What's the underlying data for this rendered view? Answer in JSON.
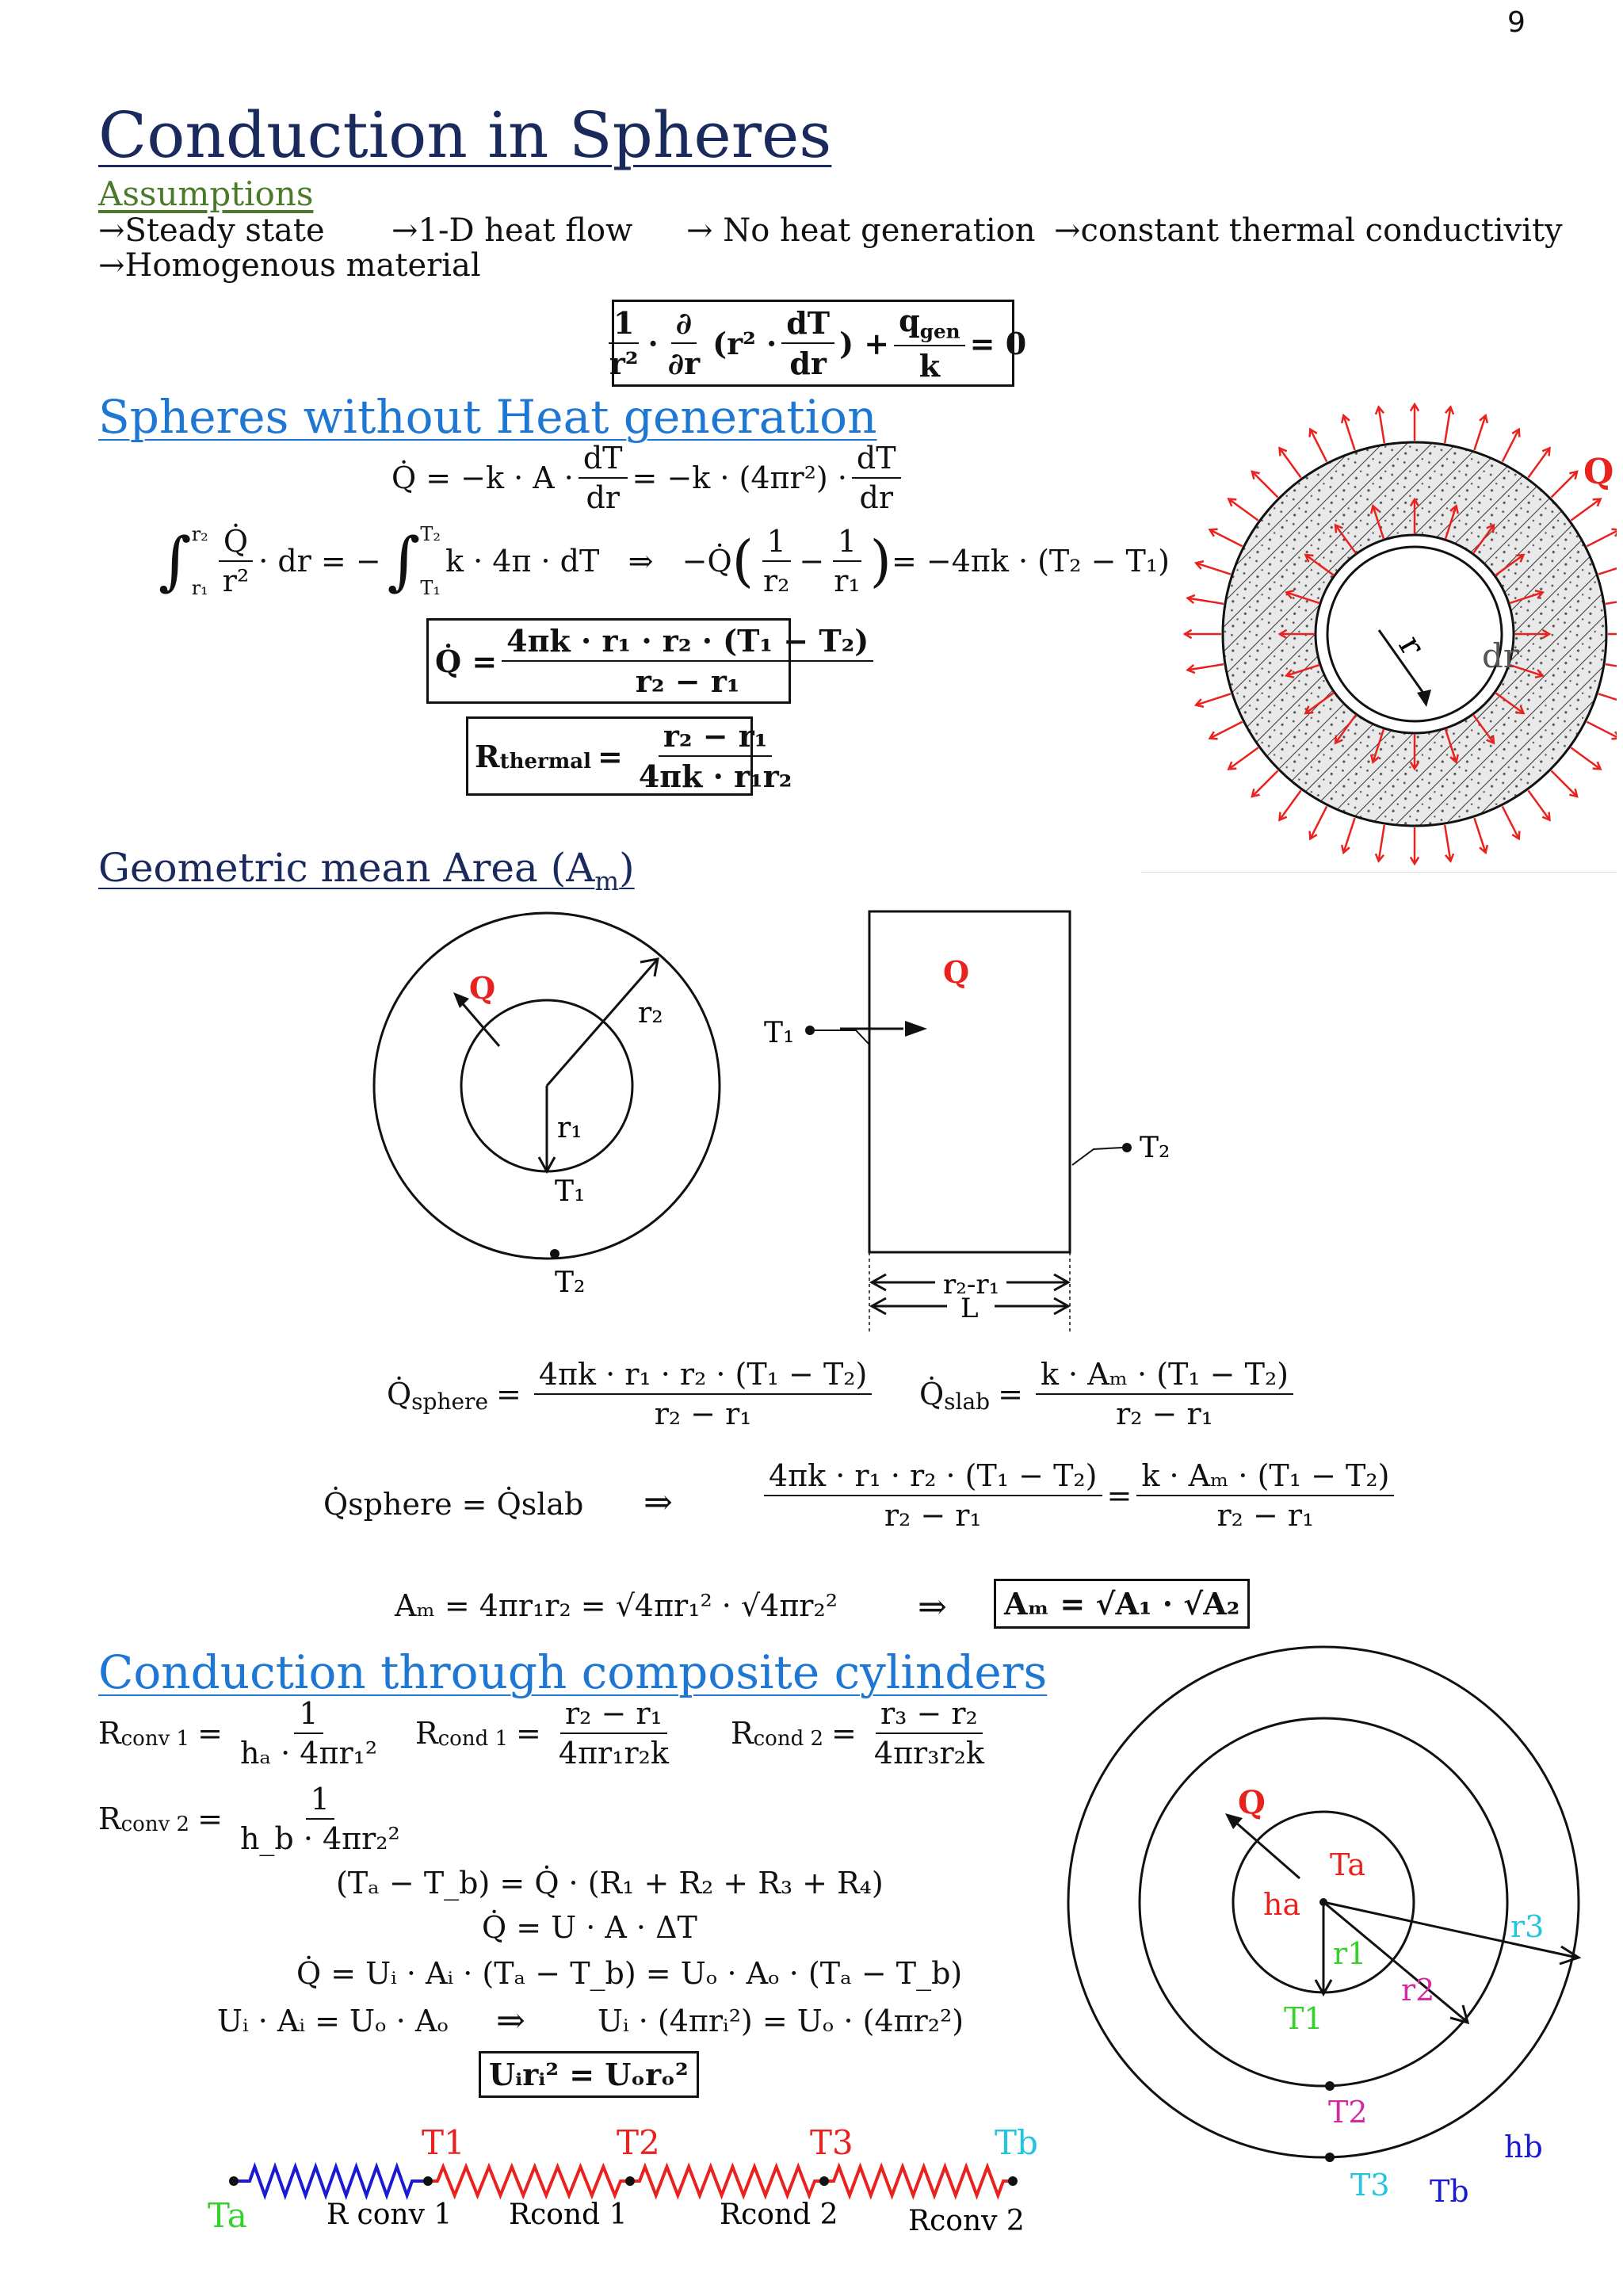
{
  "page_number": "9",
  "title": "Conduction in Spheres",
  "assumptions": {
    "heading": "Assumptions",
    "items": [
      "→Steady state",
      "→1-D heat flow",
      "→ No heat generation",
      "→constant thermal conductivity",
      "→Homogenous material"
    ]
  },
  "governing_eq": {
    "num1": "1",
    "den1": "r²",
    "num2": "∂",
    "den2": "∂r",
    "paren": "(r² ·",
    "num3": "dT",
    "den3": "dr",
    "plus": ") +",
    "num4": "q",
    "num4_sub": "gen",
    "den4": "k",
    "rhs": "= 0"
  },
  "section1": {
    "heading": "Spheres without Heat generation",
    "eq1_lhs": "Q̇ = −k · A ·",
    "eq1_mid": "= −k · (4πr²) ·",
    "dT": "dT",
    "dr": "dr",
    "eq2_left": "∫",
    "eq2_lim_lo": "r₁",
    "eq2_lim_hi": "r₂",
    "eq2_frac_n": "Q̇",
    "eq2_frac_d": "r²",
    "eq2_mid": "· dr = −",
    "eq2_lim2_lo": "T₁",
    "eq2_lim2_hi": "T₂",
    "eq2_after": "k · 4π · dT   ⇒   −Q̇",
    "eq2_f1n": "1",
    "eq2_f1d": "r₂",
    "eq2_f2n": "1",
    "eq2_f2d": "r₁",
    "eq2_rhs": "= −4πk · (T₂ − T₁)",
    "boxed_q_lhs": "Q̇ =",
    "boxed_q_num": "4πk · r₁ · r₂ · (T₁ − T₂)",
    "boxed_q_den": "r₂ − r₁",
    "boxed_r_lhs": "R",
    "boxed_r_sub": "thermal",
    "boxed_r_eq": "=",
    "boxed_r_num": "r₂ − r₁",
    "boxed_r_den": "4πk · r₁r₂"
  },
  "sphere_fig": {
    "q": "Q",
    "r": "r",
    "dr": "dr"
  },
  "section2": {
    "heading": "Geometric mean Area (A",
    "heading_sub": "m",
    "heading_close": ")",
    "circle_labels": {
      "q": "Q",
      "r2": "r₂",
      "r1": "r₁",
      "t1": "T₁",
      "t2": "T₂"
    },
    "slab_labels": {
      "q": "Q",
      "t1": "T₁",
      "t2": "T₂",
      "r2r1": "r₂-r₁",
      "L": "L"
    },
    "q_sphere_lhs": "Q̇",
    "q_sphere_sub": "sphere",
    "q_sphere_num": "4πk · r₁ · r₂ · (T₁ − T₂)",
    "q_sphere_den": "r₂ − r₁",
    "q_slab_lhs": "Q̇",
    "q_slab_sub": "slab",
    "q_slab_num": "k · Aₘ · (T₁ − T₂)",
    "q_slab_den": "r₂ − r₁",
    "equal_lhs": "Q̇sphere = Q̇slab",
    "implies": "⇒",
    "am_eq": "Aₘ = 4πr₁r₂ = √4πr₁² · √4πr₂²",
    "am_boxed": "Aₘ = √A₁ · √A₂"
  },
  "section3": {
    "heading": "Conduction through composite cylinders",
    "rconv1_lhs": "R",
    "rconv1_sub": "conv 1",
    "rconv1_num": "1",
    "rconv1_den": "hₐ · 4πr₁²",
    "rcond1_lhs": "R",
    "rcond1_sub": "cond 1",
    "rcond1_num": "r₂ − r₁",
    "rcond1_den": "4πr₁r₂k",
    "rcond2_lhs": "R",
    "rcond2_sub": "cond 2",
    "rcond2_num": "r₃ − r₂",
    "rcond2_den": "4πr₃r₂k",
    "rconv2_lhs": "R",
    "rconv2_sub": "conv 2",
    "rconv2_num": "1",
    "rconv2_den": "h_b · 4πr₂²",
    "line1": "(Tₐ − T_b) = Q̇ · (R₁ + R₂ + R₃ + R₄)",
    "line2": "Q̇ = U · A · ΔT",
    "line3": "Q̇ = Uᵢ · Aᵢ · (Tₐ − T_b) = Uₒ · Aₒ · (Tₐ − T_b)",
    "line4_left": "Uᵢ · Aᵢ = Uₒ · Aₒ",
    "line4_arrow": "⇒",
    "line4_right": "Uᵢ · (4πrᵢ²) = Uₒ · (4πr₂²)",
    "boxed": "Uᵢrᵢ² = Uₒrₒ²"
  },
  "circuit": {
    "ta": "Ta",
    "t1": "T1",
    "t2": "T2",
    "t3": "T3",
    "tb": "Tb",
    "r1": "R conv 1",
    "r2": "Rcond 1",
    "r3": "Rcond 2",
    "r4": "Rconv 2"
  },
  "cyl_fig": {
    "q": "Q",
    "ta": "Ta",
    "ha": "ha",
    "r1": "r1",
    "r2": "r2",
    "r3": "r3",
    "t1": "T1",
    "t2": "T2",
    "t3": "T3",
    "tb": "Tb",
    "hb": "hb"
  },
  "colors": {
    "red": "#e8221e",
    "green": "#36d12b",
    "magenta": "#d42aa0",
    "cyan": "#22c4de",
    "blue": "#1a1ad0",
    "heading_blue": "#1f77d4",
    "dark_navy": "#1b2a5c"
  }
}
